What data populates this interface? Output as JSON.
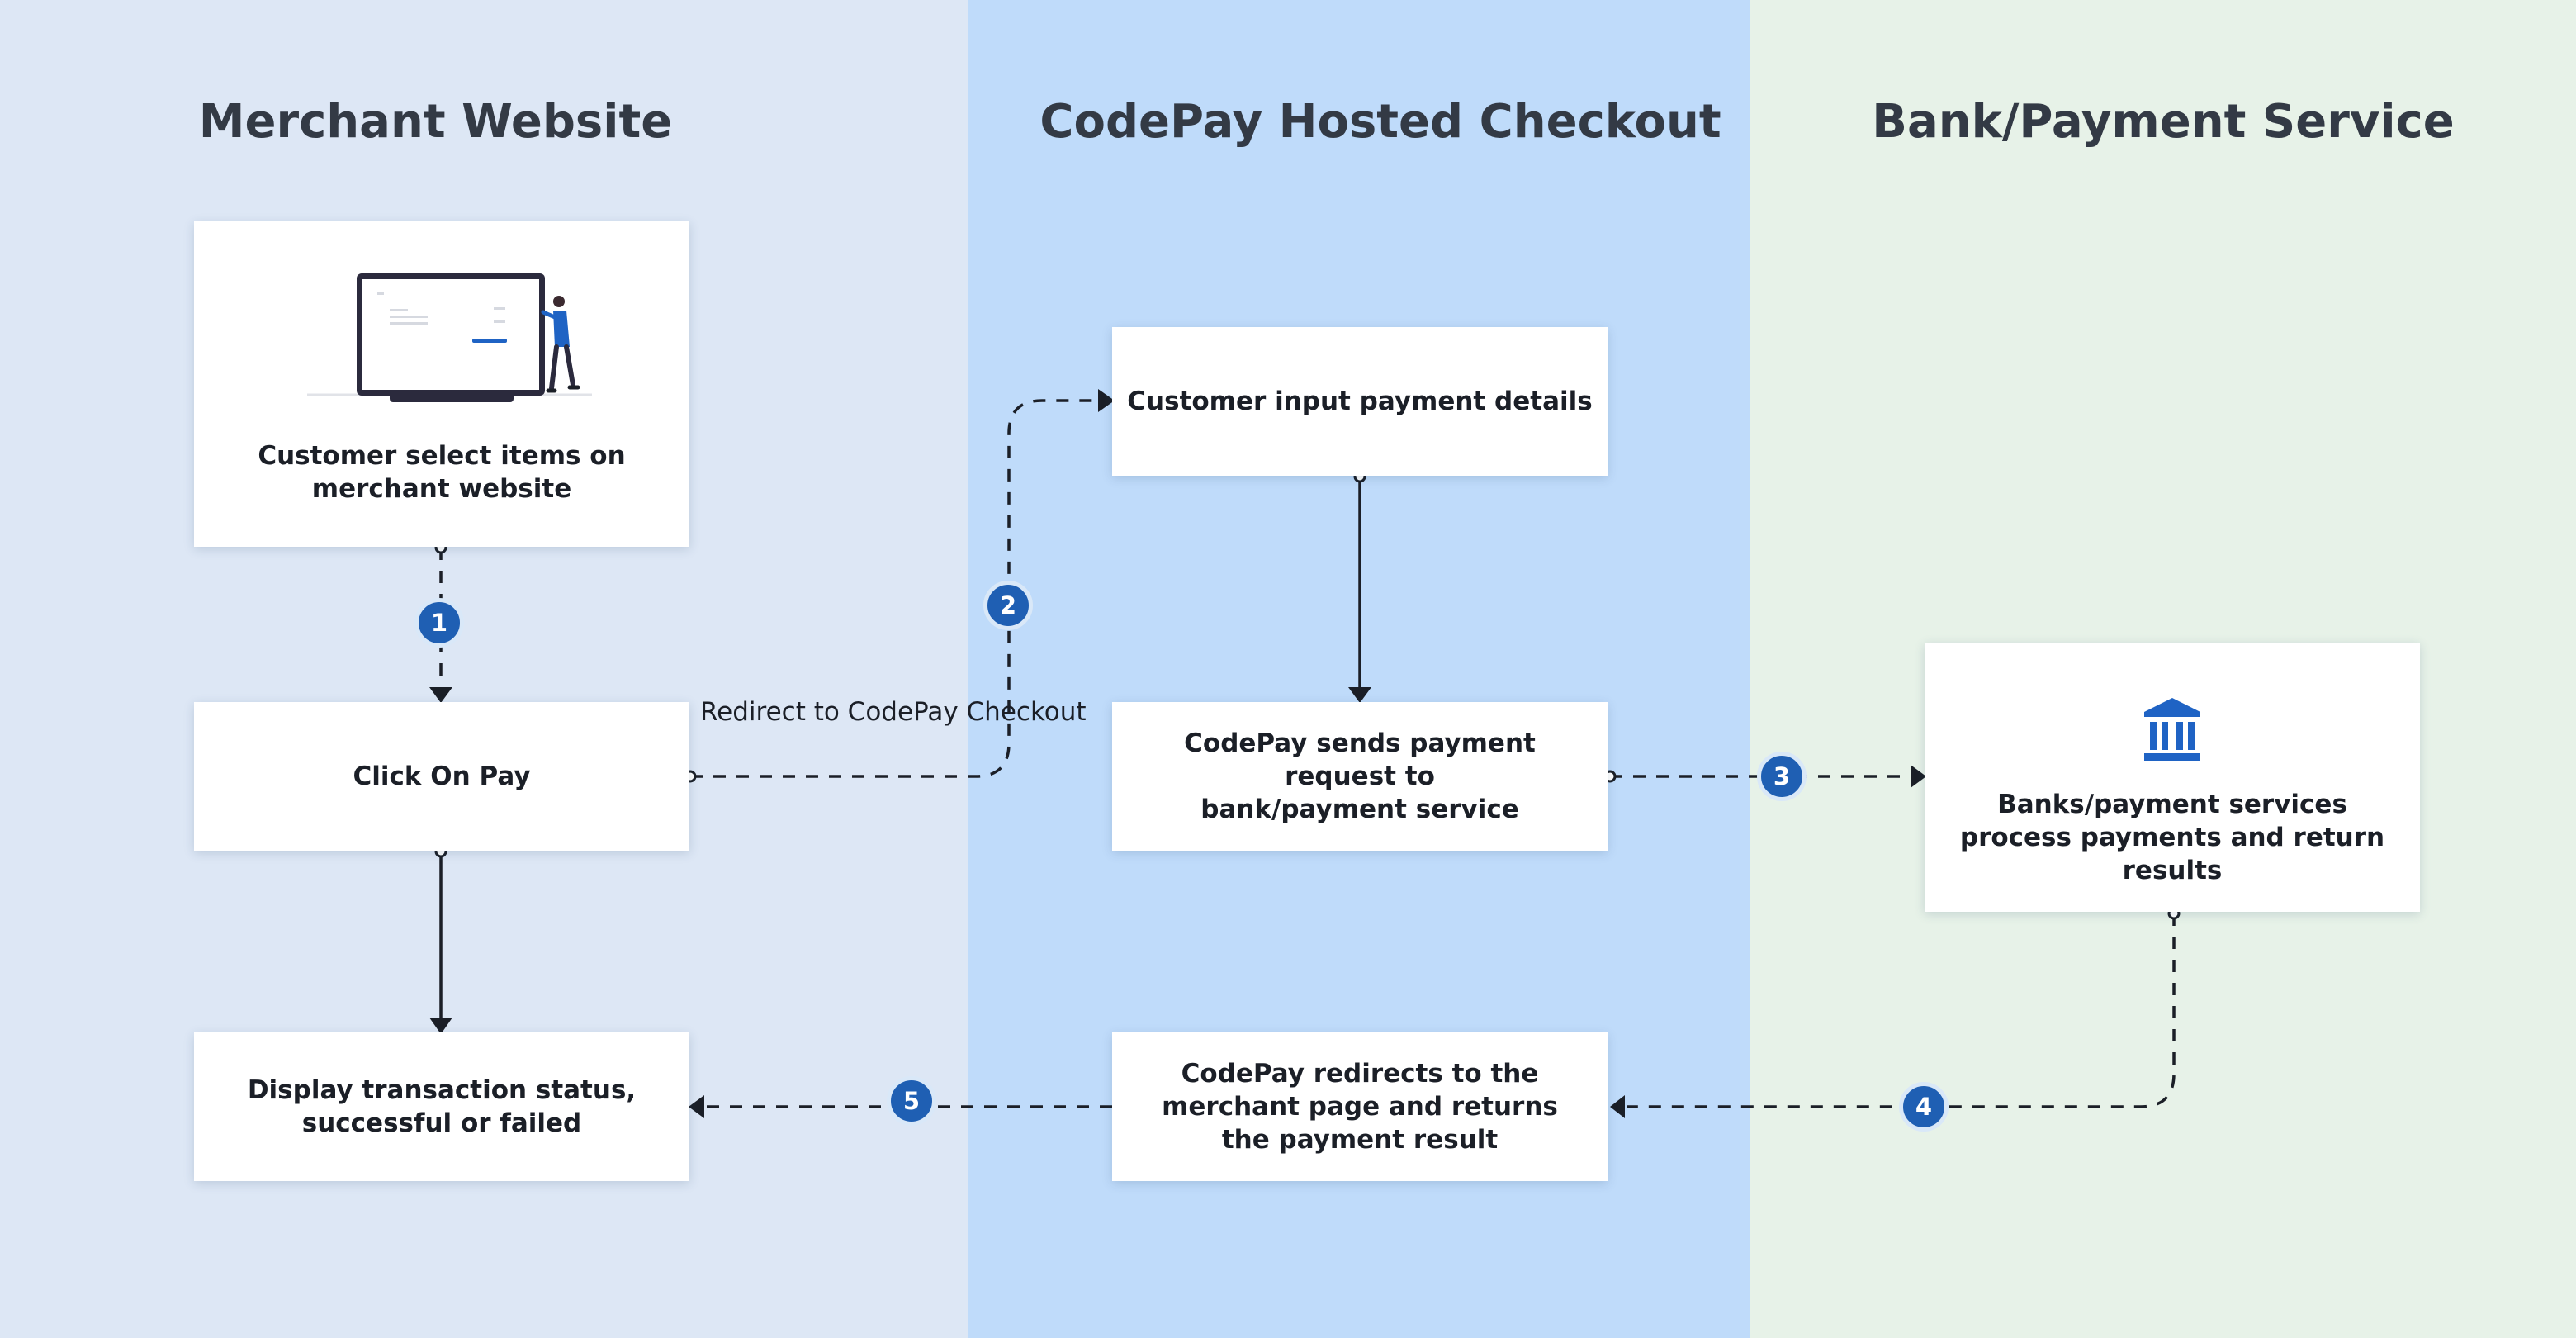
{
  "lanes": [
    {
      "title": "Merchant Website"
    },
    {
      "title": "CodePay Hosted Checkout"
    },
    {
      "title": "Bank/Payment Service"
    }
  ],
  "boxes": {
    "select_items": "Customer select items on merchant website",
    "click_pay": "Click On Pay",
    "display_status": "Display transaction status, successful or failed",
    "input_details": "Customer input payment details",
    "send_request": "CodePay sends payment request to bank/payment service",
    "redirect_result": "CodePay redirects to the merchant page and returns the payment result",
    "bank_process": "Banks/payment services process payments and return results"
  },
  "edge_labels": {
    "redirect": "Redirect to CodePay Checkout"
  },
  "steps": [
    "1",
    "2",
    "3",
    "4",
    "5"
  ],
  "icons": {
    "illustration": "laptop-with-person-illustration",
    "bank": "bank-building-icon"
  },
  "colors": {
    "lane_merchant": "#dde7f5",
    "lane_checkout": "#bfdbfa",
    "lane_bank": "#e7f2e8",
    "badge": "#1f5fb3",
    "bank_icon": "#1f63c4",
    "connector": "#1b1f27"
  }
}
